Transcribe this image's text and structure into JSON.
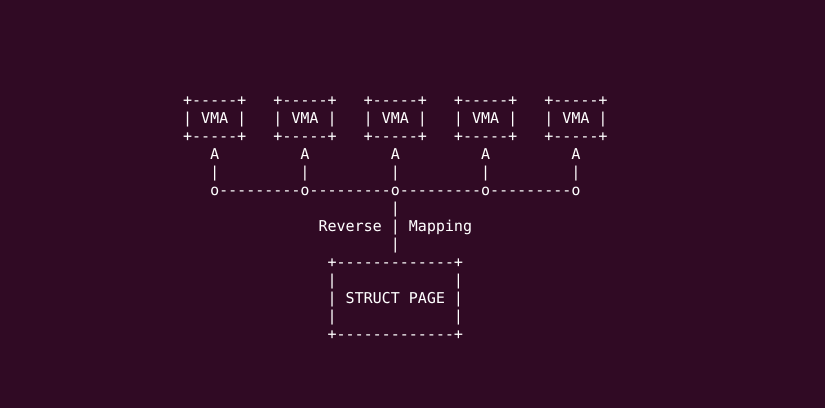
{
  "colors": {
    "background": "#300a24",
    "text": "#ffffff"
  },
  "diagram": {
    "lines": [
      "+-----+   +-----+   +-----+   +-----+   +-----+",
      "| VMA |   | VMA |   | VMA |   | VMA |   | VMA |",
      "+-----+   +-----+   +-----+   +-----+   +-----+",
      "   A         A         A         A         A",
      "   |         |         |         |         |",
      "   o---------o---------o---------o---------o",
      "                       |",
      "               Reverse | Mapping",
      "                       |",
      "                +-------------+",
      "                |             |",
      "                | STRUCT PAGE |",
      "                |             |",
      "                +-------------+"
    ],
    "labels": {
      "vma_box": "VMA",
      "vma_box_count": 5,
      "connector_label": "Reverse | Mapping",
      "target_box": "STRUCT PAGE"
    }
  }
}
